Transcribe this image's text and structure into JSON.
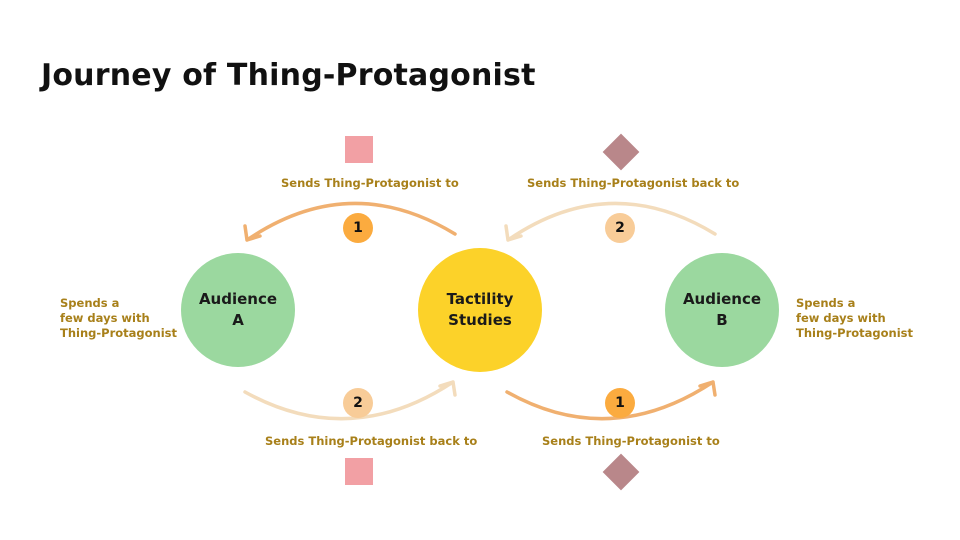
{
  "title": "Journey of Thing-Protagonist",
  "nodes": {
    "audience_a": {
      "line1": "Audience",
      "line2": "A"
    },
    "tactility": {
      "line1": "Tactility",
      "line2": "Studies"
    },
    "audience_b": {
      "line1": "Audience",
      "line2": "B"
    }
  },
  "side_notes": {
    "left": [
      "Spends a",
      "few days with",
      "Thing-Protagonist"
    ],
    "right": [
      "Spends a",
      "few days with",
      "Thing-Protagonist"
    ]
  },
  "labels": {
    "top_left": "Sends Thing-Protagonist to",
    "top_right": "Sends Thing-Protagonist back to",
    "bottom_left": "Sends Thing-Protagonist back to",
    "bottom_right": "Sends Thing-Protagonist to"
  },
  "badges": {
    "top_left": "1",
    "top_right": "2",
    "bottom_left": "2",
    "bottom_right": "1"
  },
  "colors": {
    "green": "#9bd89f",
    "yellow": "#fcd229",
    "text": "#a8801a",
    "arrow_dark": "#f0b070",
    "arrow_light": "#f3dcbc",
    "badge_dark": "#fbab3f",
    "badge_light": "#f8cc98",
    "square": "#f2a0a4",
    "diamond": "#b9878a"
  }
}
